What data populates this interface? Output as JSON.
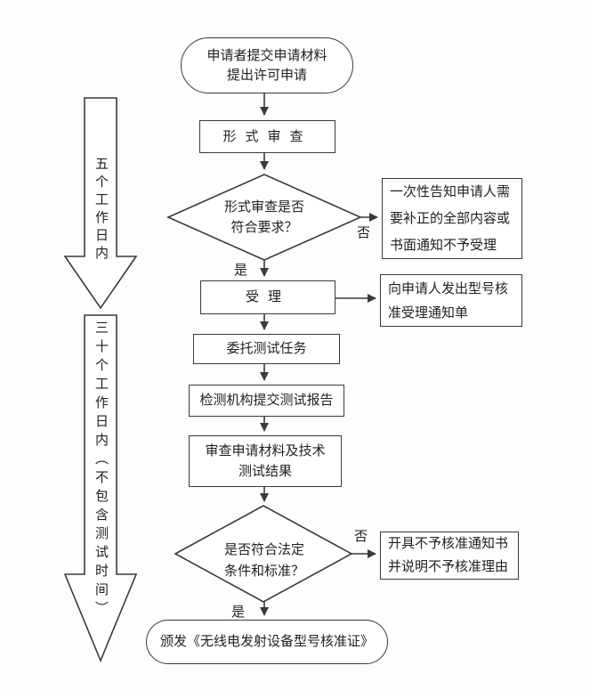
{
  "diagram": {
    "nodes": {
      "start": "申请者提交申请材料\n提出许可申请",
      "formal_review": "形式审查",
      "decision1": "形式审查是否\n符合要求？",
      "correction_notice": "一次性告知申请人需\n要补正的全部内容或\n书面通知不予受理",
      "accept": "受理",
      "acceptance_notice": "向申请人发出型号核\n准受理通知单",
      "assign_test": "委托测试任务",
      "submit_report": "检测机构提交测试报告",
      "review_result": "审查申请材料及技术\n测试结果",
      "decision2": "是否符合法定\n条件和标准？",
      "rejection_notice": "开具不予核准通知书\n并说明不予核准理由",
      "end": "颁发《无线电发射设备型号核准证》"
    },
    "labels": {
      "decision1_no": "否",
      "decision1_yes": "是",
      "decision2_no": "否",
      "decision2_yes": "是"
    },
    "timelines": {
      "phase1": "五个工作日内",
      "phase2": "三十个工作日内（不包含测试时间）"
    },
    "colors": {
      "line": "#3a3a3a",
      "text": "#1f1f1f",
      "background": "#ffffff"
    }
  }
}
